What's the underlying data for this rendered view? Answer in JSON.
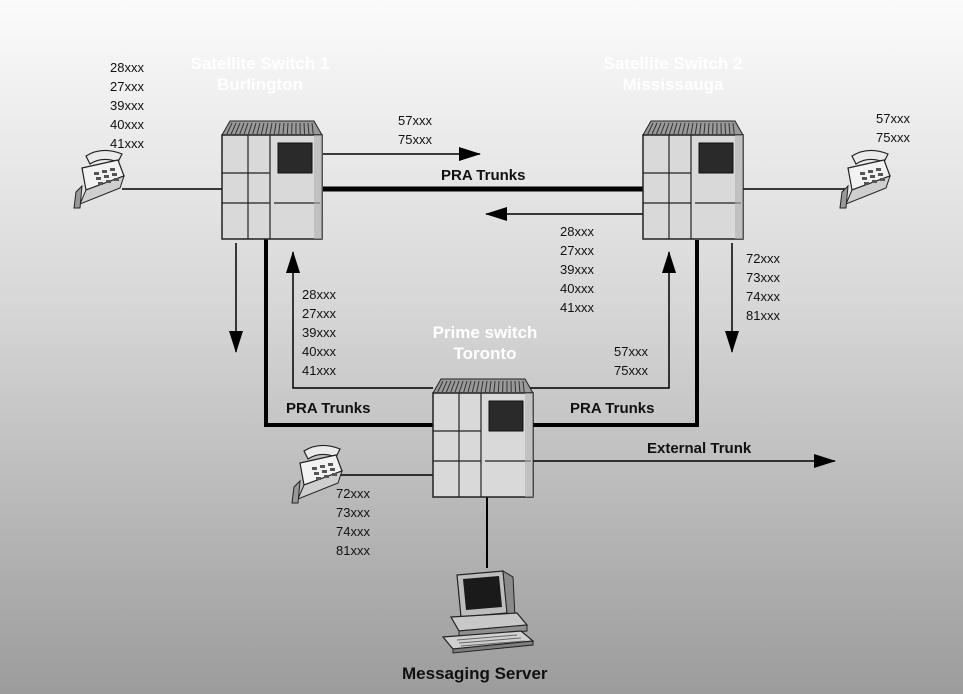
{
  "switches": {
    "satellite1": {
      "name": "Satellite Switch 1",
      "city": "Burlington"
    },
    "satellite2": {
      "name": "Satellite Switch 2",
      "city": "Mississauga"
    },
    "prime": {
      "name": "Prime switch",
      "city": "Toronto"
    }
  },
  "links": {
    "pra_top": "PRA Trunks",
    "pra_left": "PRA Trunks",
    "pra_right": "PRA Trunks",
    "external": "External Trunk"
  },
  "ranges": {
    "burlington_phone": [
      "28xxx",
      "27xxx",
      "39xxx",
      "40xxx",
      "41xxx"
    ],
    "s1_to_s2": [
      "57xxx",
      "75xxx"
    ],
    "mississauga_phone": [
      "57xxx",
      "75xxx"
    ],
    "s2_to_s1": [
      "28xxx",
      "27xxx",
      "39xxx",
      "40xxx",
      "41xxx"
    ],
    "s2_down": [
      "72xxx",
      "73xxx",
      "74xxx",
      "81xxx"
    ],
    "prime_to_s1": [
      "28xxx",
      "27xxx",
      "39xxx",
      "40xxx",
      "41xxx"
    ],
    "prime_to_s2": [
      "57xxx",
      "75xxx"
    ],
    "toronto_phone": [
      "72xxx",
      "73xxx",
      "74xxx",
      "81xxx"
    ]
  },
  "server": {
    "label": "Messaging Server"
  },
  "colors": {
    "title_text": "#ffffff",
    "line": "#000000",
    "switch_body": "#d9d9d9"
  }
}
